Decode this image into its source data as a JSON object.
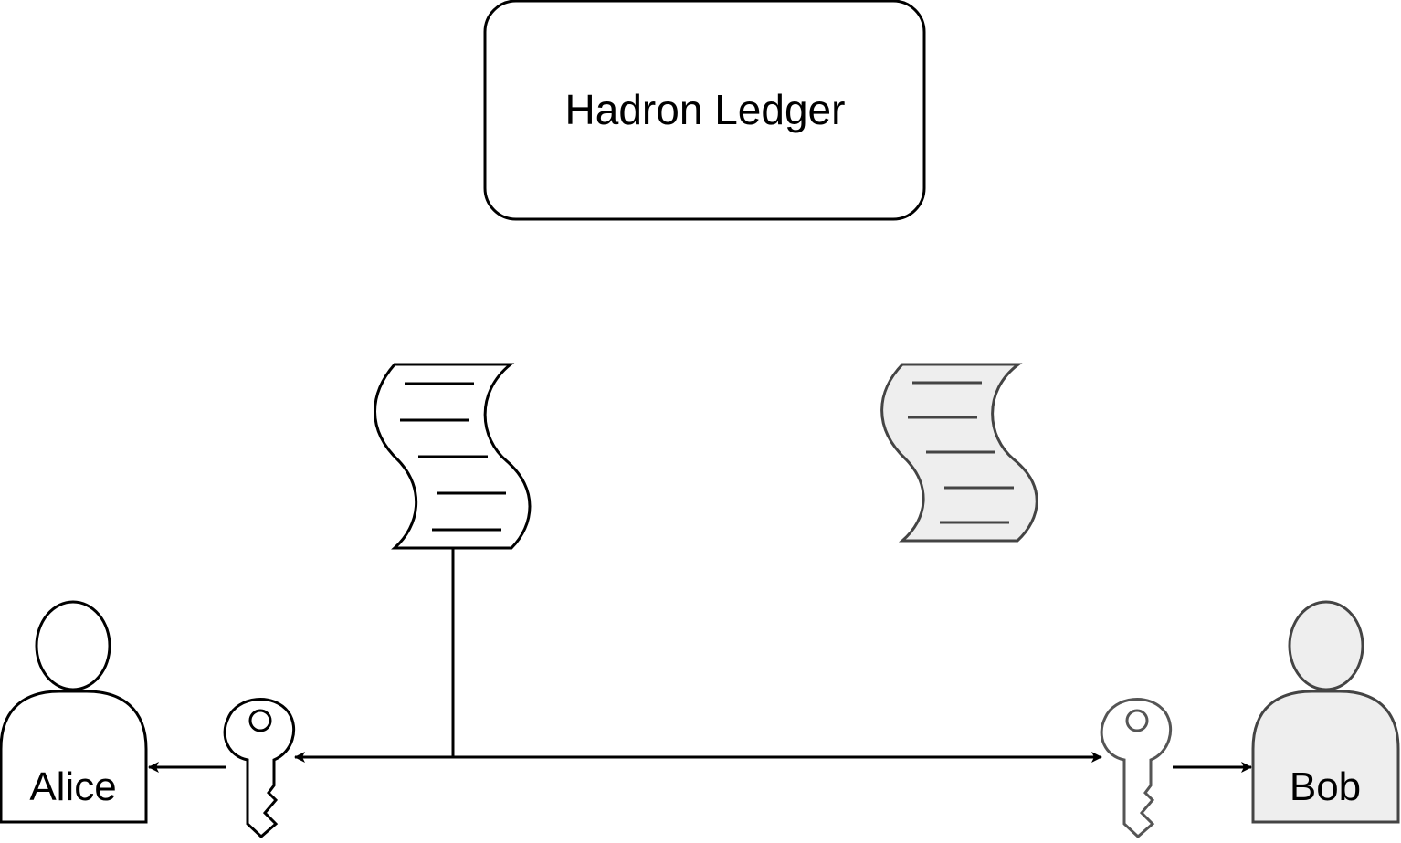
{
  "ledger": {
    "label": "Hadron Ledger"
  },
  "actors": {
    "alice": {
      "name": "Alice",
      "fill": "#ffffff",
      "stroke": "#000000"
    },
    "bob": {
      "name": "Bob",
      "fill": "#eeeeee",
      "stroke": "#444444"
    }
  },
  "documents": {
    "left": {
      "fill": "#ffffff",
      "stroke": "#000000",
      "icon": "document-scroll-icon"
    },
    "right": {
      "fill": "#eeeeee",
      "stroke": "#444444",
      "icon": "document-scroll-icon"
    }
  },
  "keys": {
    "alice": {
      "fill": "#ffffff",
      "stroke": "#000000",
      "icon": "key-icon"
    },
    "bob": {
      "fill": "#ffffff",
      "stroke": "#555555",
      "icon": "key-icon"
    }
  },
  "colors": {
    "line": "#000000",
    "background": "#ffffff"
  }
}
